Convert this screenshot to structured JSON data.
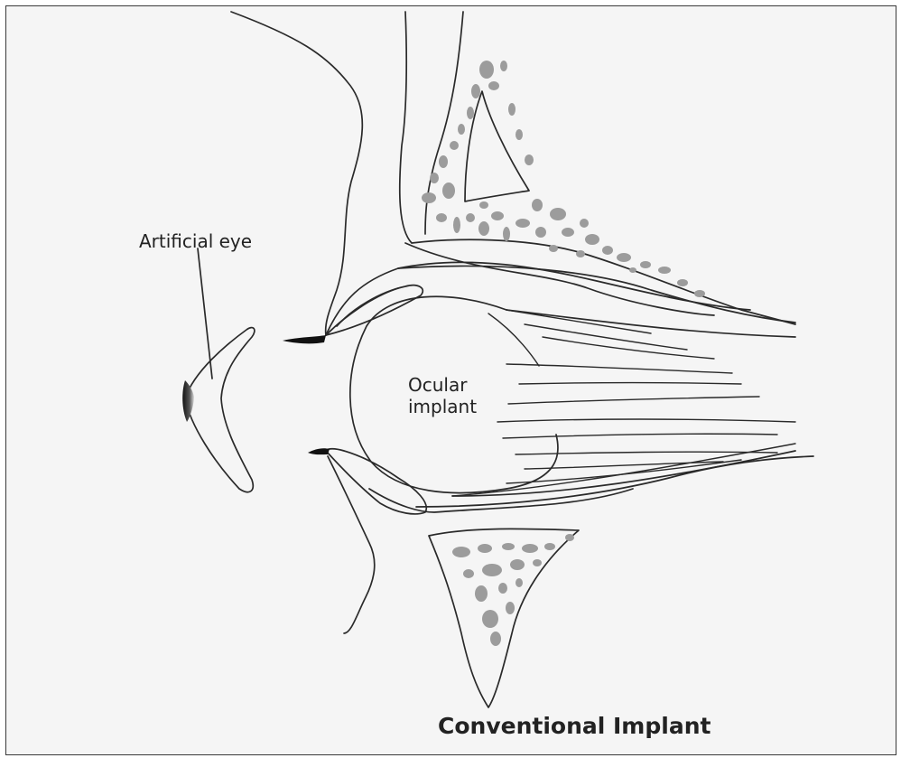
{
  "labels": {
    "artificial_eye": "Artificial eye",
    "ocular_implant": "Ocular implant"
  },
  "caption": "Conventional Implant",
  "colors": {
    "background": "#f5f5f5",
    "line": "#2a2a2a",
    "bone": "#9c9c9c"
  }
}
